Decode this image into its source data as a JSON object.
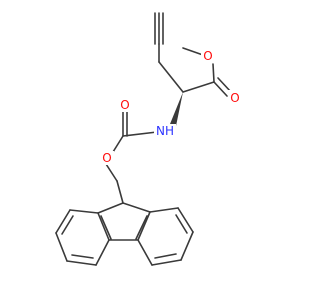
{
  "molecule": {
    "atoms": {
      "O_ether": "O",
      "O_ester_carbonyl": "O",
      "N": "NH",
      "O_carbamate_carbonyl": "O",
      "O_carbamate_ether": "O"
    },
    "colors": {
      "bond": "#3a3a3a",
      "oxygen": "#ff0d0d",
      "nitrogen": "#2e35ff",
      "background": "#ffffff"
    }
  }
}
